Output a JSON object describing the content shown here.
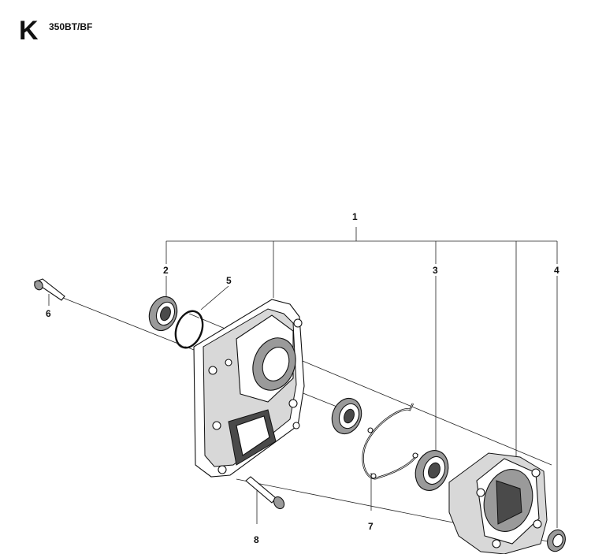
{
  "page": {
    "section_letter": "K",
    "model": "350BT/BF"
  },
  "callouts": {
    "c1": "1",
    "c2": "2",
    "c3": "3",
    "c4": "4",
    "c5": "5",
    "c6": "6",
    "c7": "7",
    "c8": "8"
  }
}
